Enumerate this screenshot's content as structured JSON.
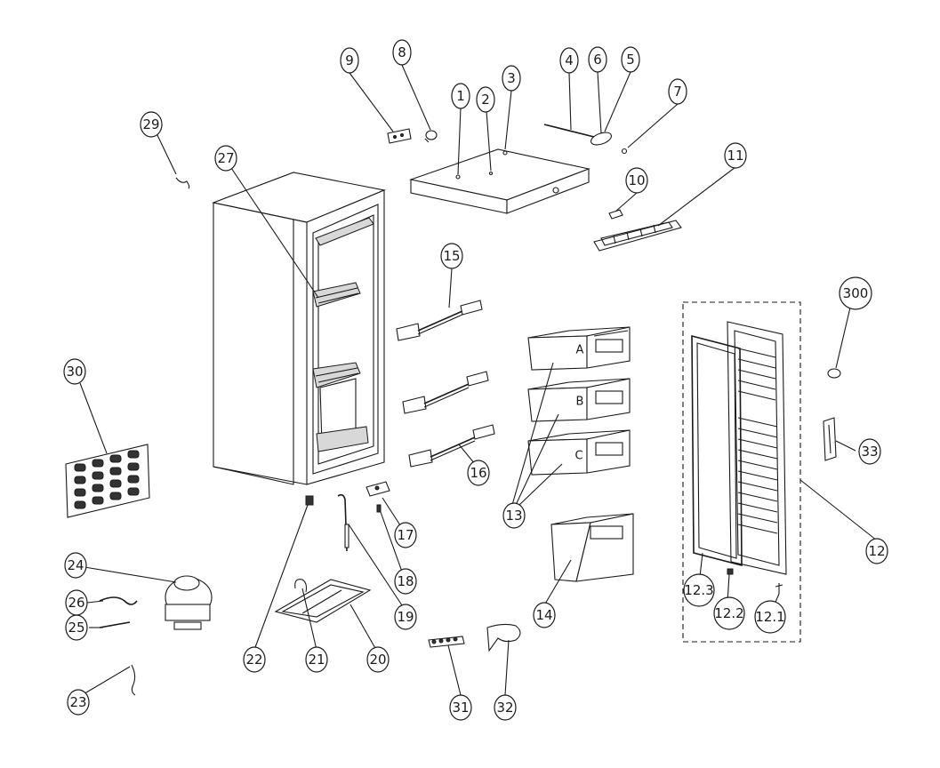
{
  "callouts": [
    {
      "id": "c1",
      "label": "1"
    },
    {
      "id": "c2",
      "label": "2"
    },
    {
      "id": "c3",
      "label": "3"
    },
    {
      "id": "c4",
      "label": "4"
    },
    {
      "id": "c5",
      "label": "5"
    },
    {
      "id": "c6",
      "label": "6"
    },
    {
      "id": "c7",
      "label": "7"
    },
    {
      "id": "c8",
      "label": "8"
    },
    {
      "id": "c9",
      "label": "9"
    },
    {
      "id": "c10",
      "label": "10"
    },
    {
      "id": "c11",
      "label": "11"
    },
    {
      "id": "c12",
      "label": "12"
    },
    {
      "id": "c12_1",
      "label": "12.1"
    },
    {
      "id": "c12_2",
      "label": "12.2"
    },
    {
      "id": "c12_3",
      "label": "12.3"
    },
    {
      "id": "c13",
      "label": "13"
    },
    {
      "id": "c14",
      "label": "14"
    },
    {
      "id": "c15",
      "label": "15"
    },
    {
      "id": "c16",
      "label": "16"
    },
    {
      "id": "c17",
      "label": "17"
    },
    {
      "id": "c18",
      "label": "18"
    },
    {
      "id": "c19",
      "label": "19"
    },
    {
      "id": "c20",
      "label": "20"
    },
    {
      "id": "c21",
      "label": "21"
    },
    {
      "id": "c22",
      "label": "22"
    },
    {
      "id": "c23",
      "label": "23"
    },
    {
      "id": "c24",
      "label": "24"
    },
    {
      "id": "c25",
      "label": "25"
    },
    {
      "id": "c26",
      "label": "26"
    },
    {
      "id": "c27",
      "label": "27"
    },
    {
      "id": "c29",
      "label": "29"
    },
    {
      "id": "c30",
      "label": "30"
    },
    {
      "id": "c31",
      "label": "31"
    },
    {
      "id": "c32",
      "label": "32"
    },
    {
      "id": "c33",
      "label": "33"
    },
    {
      "id": "c300",
      "label": "300"
    }
  ],
  "drawer_letters": {
    "a": "A",
    "b": "B",
    "c": "C"
  }
}
